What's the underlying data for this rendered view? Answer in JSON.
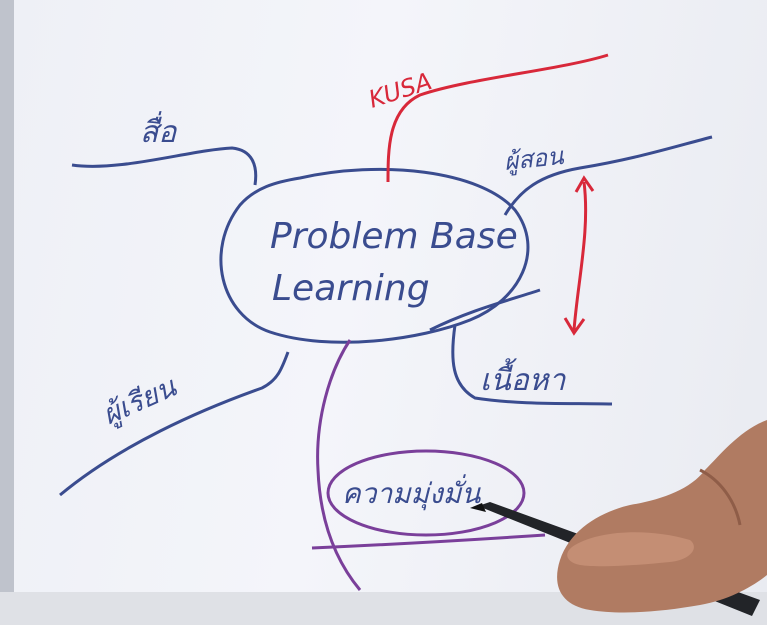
{
  "whiteboard": {
    "center_topic_line1": "Problem Base",
    "center_topic_line2": "Learning",
    "branch_top": "KUSA",
    "branch_upper_left": "สื่อ",
    "branch_upper_right": "ผู้สอน",
    "branch_lower_right": "เนื้อหา",
    "branch_lower_left": "ผู้เรียน",
    "branch_bottom": "ความมุ่งมั่น"
  },
  "colors": {
    "ink_blue": "#3a4c8f",
    "ink_red": "#d8283a",
    "ink_purple": "#7a3f9a",
    "paper": "#f2f3f8"
  }
}
